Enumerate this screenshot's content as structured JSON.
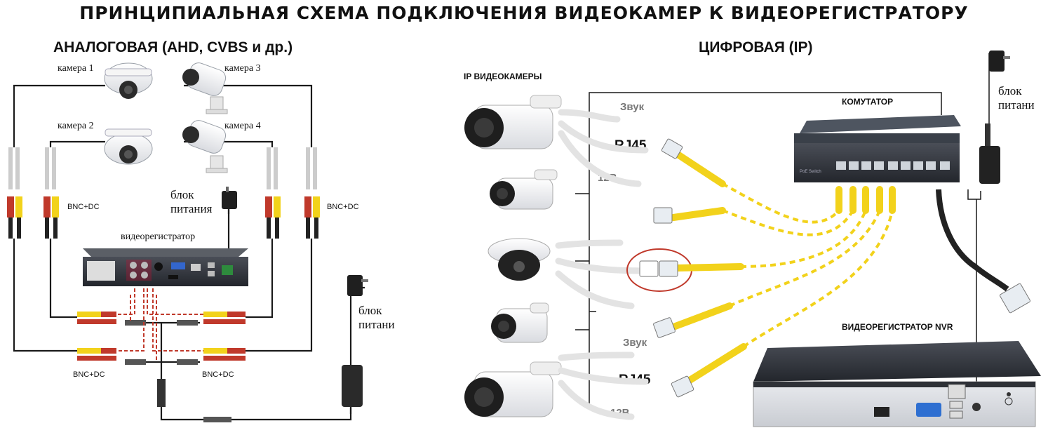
{
  "title": "ПРИНЦИПИАЛЬНАЯ СХЕМА ПОДКЛЮЧЕНИЯ ВИДЕОКАМЕР К ВИДЕОРЕГИСТРАТОРУ",
  "analog": {
    "heading": "АНАЛОГОВАЯ (AHD, CVBS и др.)",
    "cameras": [
      "камера 1",
      "камера 2",
      "камера 3",
      "камера 4"
    ],
    "connector_label": "BNC+DC",
    "recorder_label": "видеорегистратор",
    "power_label_top": [
      "блок",
      "питания"
    ],
    "power_label_bottom": [
      "блок",
      "питани"
    ]
  },
  "digital": {
    "heading": "ЦИФРОВАЯ (IP)",
    "cameras_label": "IP ВИДЕОКАМЕРЫ",
    "switch_label": "КОМУТАТОР",
    "nvr_label": "ВИДЕОРЕГИСТРАТОР NVR",
    "power_label": [
      "блок",
      "питани"
    ],
    "sound_label": "Звук",
    "rj45_label": "RJ45",
    "dc_label": "12В",
    "switch_brand": "PoE Switch"
  },
  "colors": {
    "yellow_cable": "#f2d21b",
    "red_dashed": "#c0392b",
    "device_dark": "#2a2d33"
  }
}
